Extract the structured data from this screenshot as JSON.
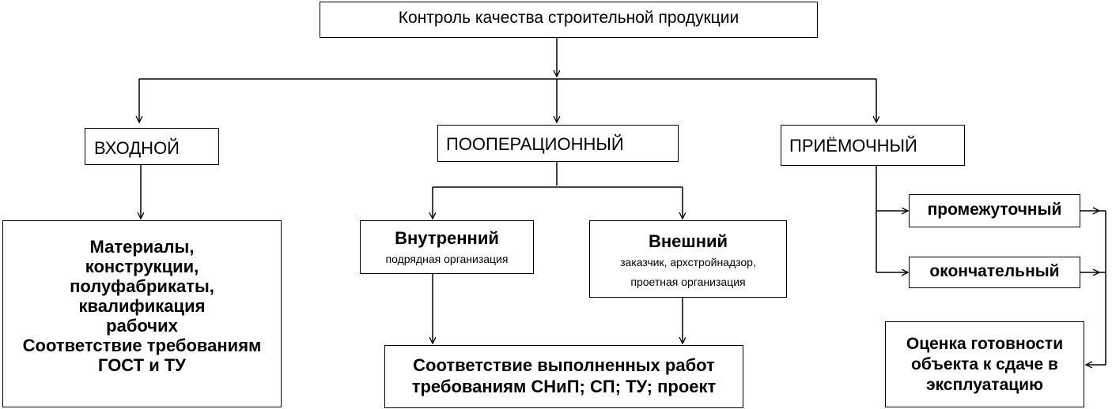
{
  "root": {
    "title": "Контроль качества строительной продукции"
  },
  "input": {
    "title": "ВХОДНОЙ",
    "details": {
      "line1": "Материалы,",
      "line2": "конструкции,",
      "line3": "полуфабрикаты,",
      "line4": "квалификация",
      "line5": "рабочих",
      "line6": "Соответствие требованиям",
      "line7": "ГОСТ и ТУ"
    }
  },
  "operational": {
    "title": "ПООПЕРАЦИОННЫЙ",
    "internal": {
      "title": "Внутренний",
      "subtitle": "подрядная организация"
    },
    "external": {
      "title": "Внешний",
      "subtitle1": "заказчик, архстройнадзор,",
      "subtitle2": "проетная организация"
    },
    "result": {
      "line1": "Соответствие выполненных работ",
      "line2": "требованиям СНиП; СП; ТУ; проект"
    }
  },
  "acceptance": {
    "title": "ПРИЁМОЧНЫЙ",
    "intermediate": "промежуточный",
    "final": "окончательный",
    "result": {
      "line1": "Оценка готовности",
      "line2": "объекта к сдаче в",
      "line3": "эксплуатацию"
    }
  }
}
